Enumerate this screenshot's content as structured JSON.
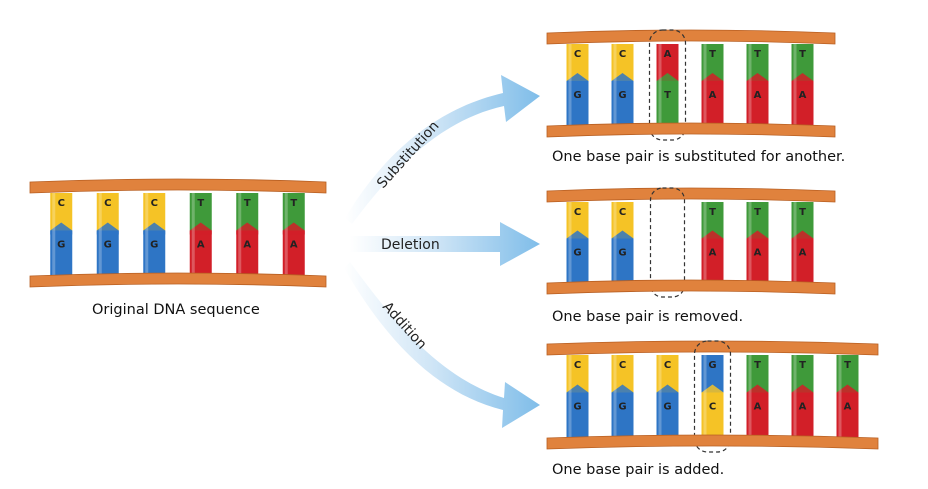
{
  "colors": {
    "C": "#f5c326",
    "G": "#2e75c5",
    "T": "#3f9a3a",
    "A": "#d21f28",
    "backbone": "#e0823d",
    "arrow": "#8cc4ec"
  },
  "original": {
    "caption": "Original DNA sequence",
    "pairs": [
      {
        "top": "C",
        "bottom": "G"
      },
      {
        "top": "C",
        "bottom": "G"
      },
      {
        "top": "C",
        "bottom": "G"
      },
      {
        "top": "T",
        "bottom": "A"
      },
      {
        "top": "T",
        "bottom": "A"
      },
      {
        "top": "T",
        "bottom": "A"
      }
    ]
  },
  "arrows": {
    "substitution": "Substitution",
    "deletion": "Deletion",
    "addition": "Addition"
  },
  "substitution": {
    "caption": "One base pair is substituted for another.",
    "pairs": [
      {
        "top": "C",
        "bottom": "G"
      },
      {
        "top": "C",
        "bottom": "G"
      },
      {
        "top": "A",
        "bottom": "T",
        "highlight": true
      },
      {
        "top": "T",
        "bottom": "A"
      },
      {
        "top": "T",
        "bottom": "A"
      },
      {
        "top": "T",
        "bottom": "A"
      }
    ]
  },
  "deletion": {
    "caption": "One base pair is removed.",
    "pairs": [
      {
        "top": "C",
        "bottom": "G"
      },
      {
        "top": "C",
        "bottom": "G"
      },
      {
        "gap": true
      },
      {
        "top": "T",
        "bottom": "A"
      },
      {
        "top": "T",
        "bottom": "A"
      },
      {
        "top": "T",
        "bottom": "A"
      }
    ]
  },
  "addition": {
    "caption": "One base pair is added.",
    "pairs": [
      {
        "top": "C",
        "bottom": "G"
      },
      {
        "top": "C",
        "bottom": "G"
      },
      {
        "top": "C",
        "bottom": "G"
      },
      {
        "top": "G",
        "bottom": "C",
        "highlight": true
      },
      {
        "top": "T",
        "bottom": "A"
      },
      {
        "top": "T",
        "bottom": "A"
      },
      {
        "top": "T",
        "bottom": "A"
      }
    ]
  }
}
